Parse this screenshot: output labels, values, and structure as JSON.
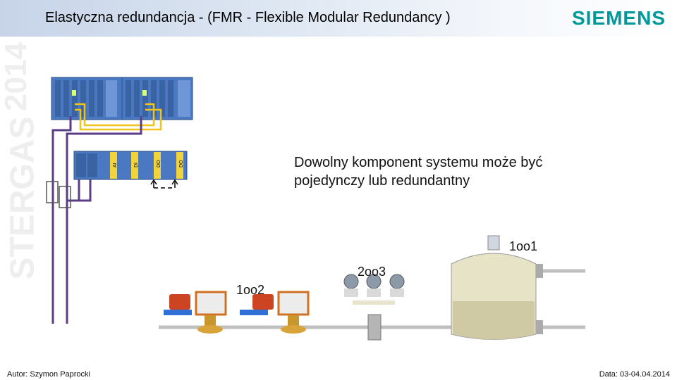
{
  "header": {
    "title": "Elastyczna redundancja - (FMR - Flexible Modular Redundancy )"
  },
  "logo": {
    "text": "SIEMENS",
    "color": "#009999"
  },
  "watermark": {
    "text": "STERGAS",
    "year": "2014"
  },
  "description": {
    "line1": "Dowolny komponent systemu może być",
    "line2": "pojedynczy lub redundantny"
  },
  "labels": {
    "one_oo_two": "1oo2",
    "two_oo_three": "2oo3",
    "one_oo_one": "1oo1"
  },
  "modules": {
    "ai": "AI",
    "di": "DI",
    "do1": "DO",
    "do2": "DO"
  },
  "footer": {
    "author": "Autor: Szymon Paprocki",
    "date": "Data: 03-04.04.2014"
  },
  "colors": {
    "plc_blue": "#4a79c2",
    "cable_purple": "#5a3d86",
    "cable_yellow": "#f0c419",
    "io_yellow": "#f2d33c",
    "pipe_gray": "#c0c0c0"
  }
}
